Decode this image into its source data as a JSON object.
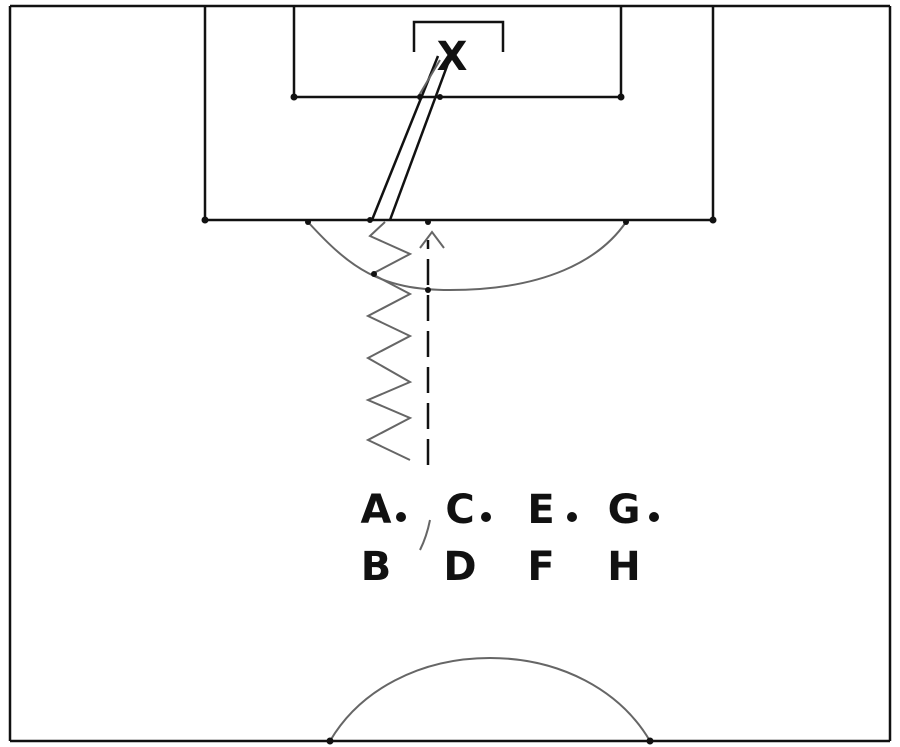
{
  "diagram": {
    "goal_marker": "X",
    "players": [
      {
        "id": "a",
        "label": "A"
      },
      {
        "id": "b",
        "label": "B"
      },
      {
        "id": "c",
        "label": "C"
      },
      {
        "id": "d",
        "label": "D"
      },
      {
        "id": "e",
        "label": "E"
      },
      {
        "id": "f",
        "label": "F"
      },
      {
        "id": "g",
        "label": "G"
      },
      {
        "id": "h",
        "label": "H"
      }
    ],
    "colors": {
      "lines": "#111111",
      "curves": "#666666",
      "background": "#ffffff"
    }
  }
}
